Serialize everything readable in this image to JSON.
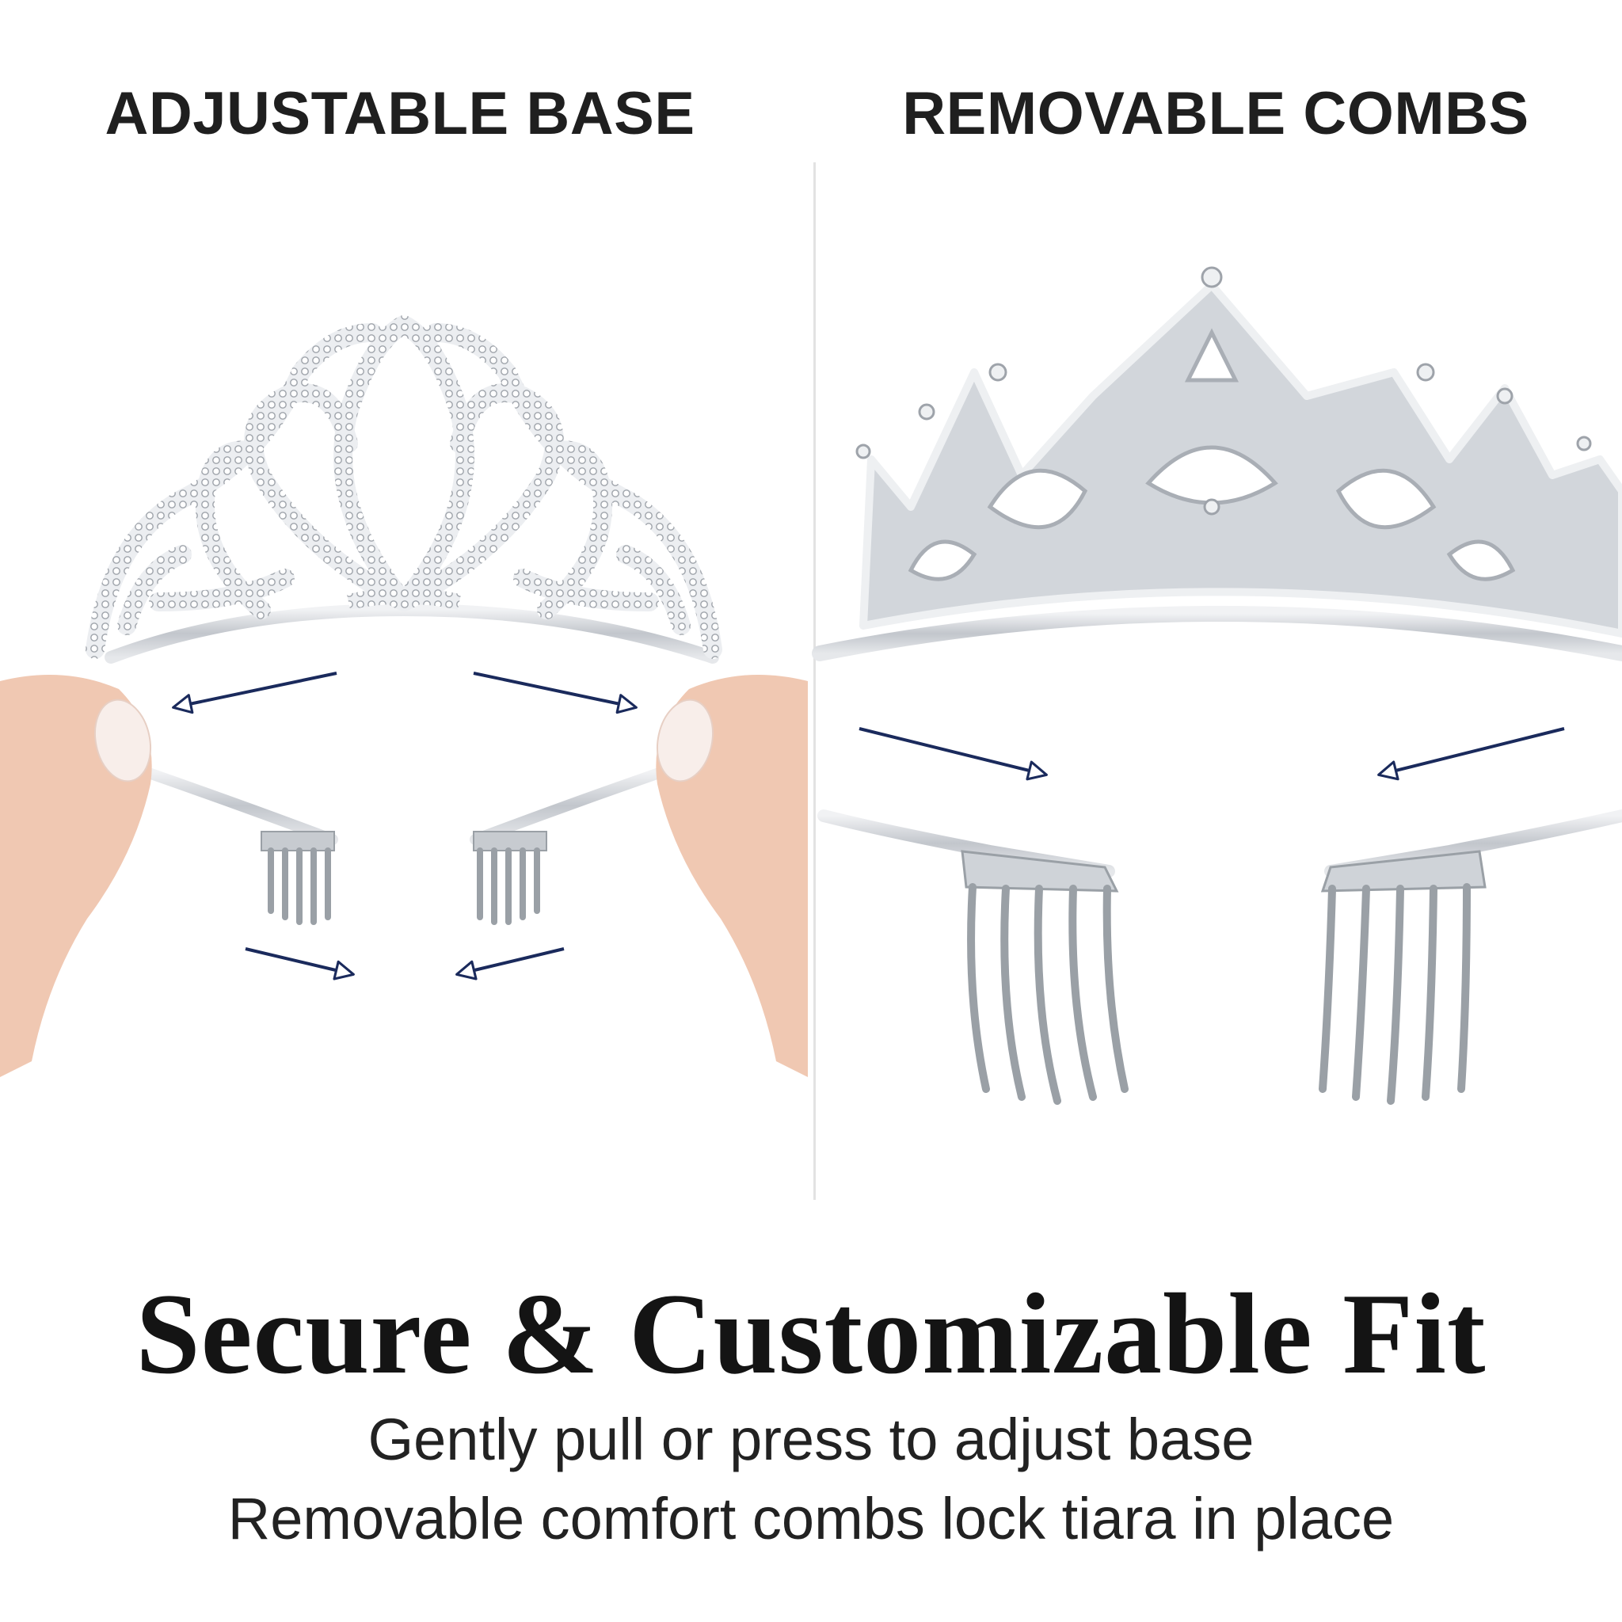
{
  "panels": {
    "left": {
      "title": "ADJUSTABLE BASE"
    },
    "right": {
      "title": "REMOVABLE COMBS"
    }
  },
  "headline": "Secure & Customizable Fit",
  "subtext": [
    "Gently pull or press to adjust base",
    "Removable comfort combs lock tiara in place"
  ],
  "colors": {
    "arrow": "#1a2a5c",
    "silver": "#b8bcc2",
    "silver_light": "#dfe2e6",
    "skin": "#f3cdb8",
    "nail": "#f7ece8"
  }
}
